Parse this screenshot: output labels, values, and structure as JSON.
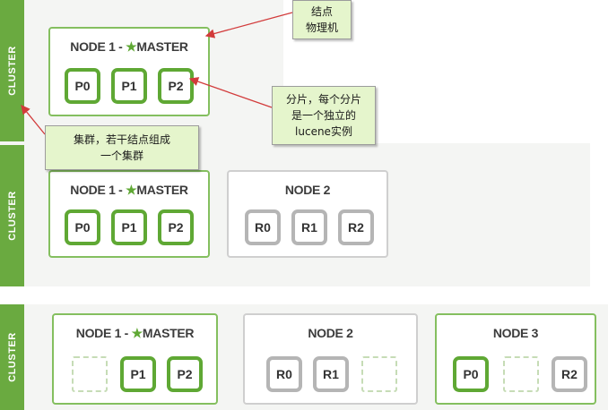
{
  "clusters": [
    {
      "label": "CLUSTER",
      "nodes": [
        {
          "title_prefix": "NODE 1 - ",
          "star": "★",
          "title_suffix": "MASTER",
          "shards": [
            "P0",
            "P1",
            "P2"
          ]
        }
      ]
    },
    {
      "label": "CLUSTER",
      "nodes": [
        {
          "title_prefix": "NODE 1 - ",
          "star": "★",
          "title_suffix": "MASTER",
          "shards": [
            "P0",
            "P1",
            "P2"
          ]
        },
        {
          "title": "NODE 2",
          "shards": [
            "R0",
            "R1",
            "R2"
          ]
        }
      ]
    },
    {
      "label": "CLUSTER",
      "nodes": [
        {
          "title_prefix": "NODE 1 - ",
          "star": "★",
          "title_suffix": "MASTER",
          "shards": [
            "",
            "P1",
            "P2"
          ]
        },
        {
          "title": "NODE 2",
          "shards": [
            "R0",
            "R1",
            ""
          ]
        },
        {
          "title": "NODE 3",
          "shards": [
            "P0",
            "",
            "R2"
          ]
        }
      ]
    }
  ],
  "callouts": {
    "node": [
      "结点",
      "物理机"
    ],
    "shard": [
      "分片，每个分片",
      "是一个独立的",
      "lucene实例"
    ],
    "cluster": [
      "集群，若干结点组成",
      "一个集群"
    ]
  },
  "icons": {
    "star": "star-icon"
  },
  "colors": {
    "green": "#5fa834",
    "gray": "#b5b5b5",
    "cluster_bar": "#6aaa40",
    "callout_bg": "#e5f5cc",
    "arrow": "#d23b3b"
  }
}
